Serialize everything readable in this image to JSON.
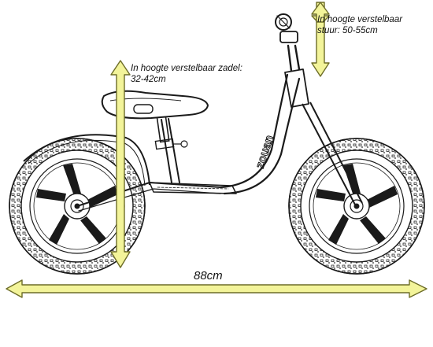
{
  "annotations": {
    "handlebar": {
      "line1": "In hoogte verstelbaar",
      "line2": "stuur: 50-55cm"
    },
    "saddle": {
      "line1": "In hoogte verstelbaar zadel:",
      "line2": "32-42cm"
    },
    "length": "88cm",
    "frame_brand": "zouan"
  },
  "colors": {
    "arrow_fill": "#f3f49a",
    "arrow_stroke": "#6d6d28",
    "outline": "#1a1a1a"
  }
}
